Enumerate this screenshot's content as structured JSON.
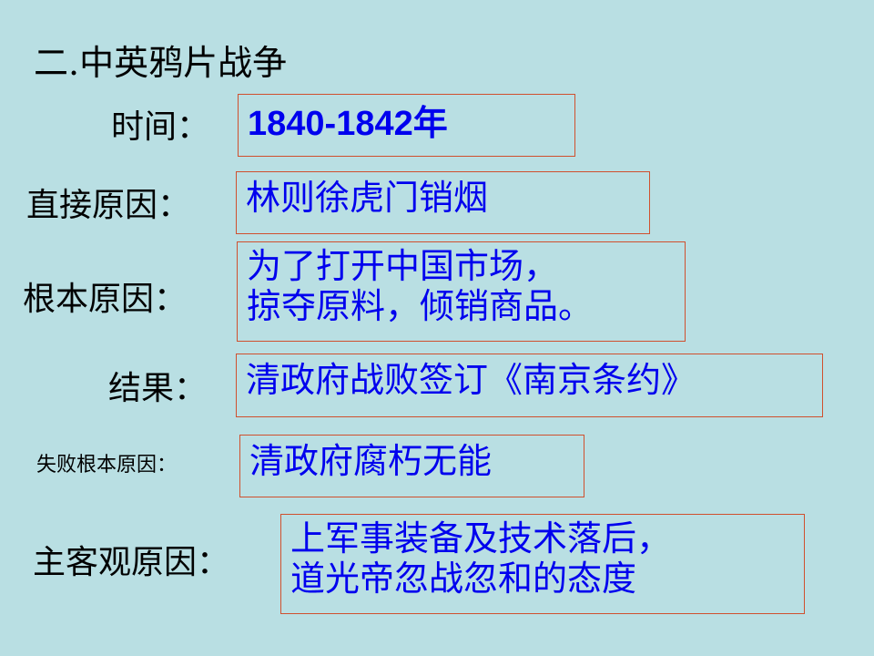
{
  "slide": {
    "title": "二.中英鸦片战争",
    "background_color": "#b9dfe3",
    "text_color": "#000000",
    "answer_color": "#0000ee",
    "box_border_color": "#d0502e"
  },
  "rows": [
    {
      "label": "时间：",
      "answer": "1840-1842年"
    },
    {
      "label": "直接原因：",
      "answer": "林则徐虎门销烟"
    },
    {
      "label": "根本原因：",
      "answer_lines": [
        "为了打开中国市场，",
        "掠夺原料，倾销商品。"
      ]
    },
    {
      "label": "结果：",
      "answer": "清政府战败签订《南京条约》"
    },
    {
      "label": "失败根本原因：",
      "answer": "清政府腐朽无能"
    },
    {
      "label": "主客观原因：",
      "answer_lines": [
        "上军事装备及技术落后，",
        "道光帝忽战忽和的态度"
      ]
    }
  ]
}
